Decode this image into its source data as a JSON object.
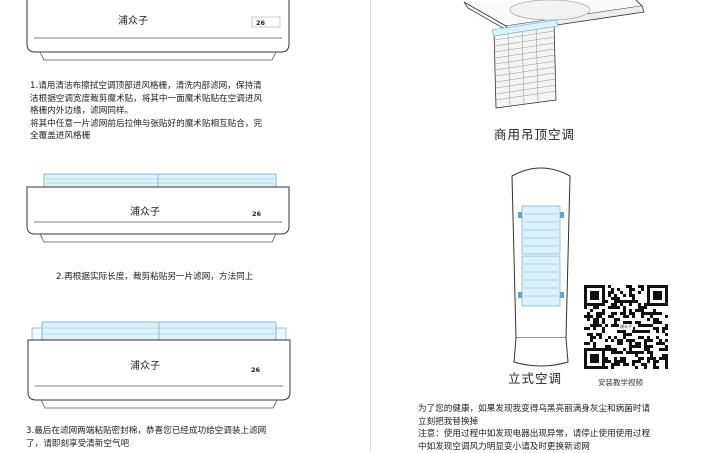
{
  "brand": "浦众子",
  "ac_display": "26",
  "steps": [
    {
      "text": "1.请用清洁布擦拭空调顶部进风格栅，清洗内部滤网，保持清\n洁根据空调宽度裁剪魔术贴，将其中一面魔术贴贴在空调进风\n格栅内外边缘，滤网同样。\n将其中任意一片滤网前后拉伸与张贴好的魔术贴相互贴合，完\n全覆盖进风格栅"
    },
    {
      "text": "2.再根据实际长度，裁剪粘贴另一片滤网，方法同上"
    },
    {
      "text": "3.最后在滤网两端粘贴密封棉，恭喜您已经成功给空调装上滤网\n了，请即刻享受清新空气吧"
    }
  ],
  "right": {
    "ceiling_caption": "商用吊顶空调",
    "standing_caption": "立式空调",
    "qr_caption": "安装教学视频",
    "qr_center": "浦众子",
    "notes": "为了您的健康，如果发现我变得乌黑亮丽满身灰尘和病菌时请\n立刻把我替换掉\n注意：使用过程中如发现电器出现异常，请停止使用使用过程\n中如发现空调风力明显变小请及时更换新滤网"
  }
}
